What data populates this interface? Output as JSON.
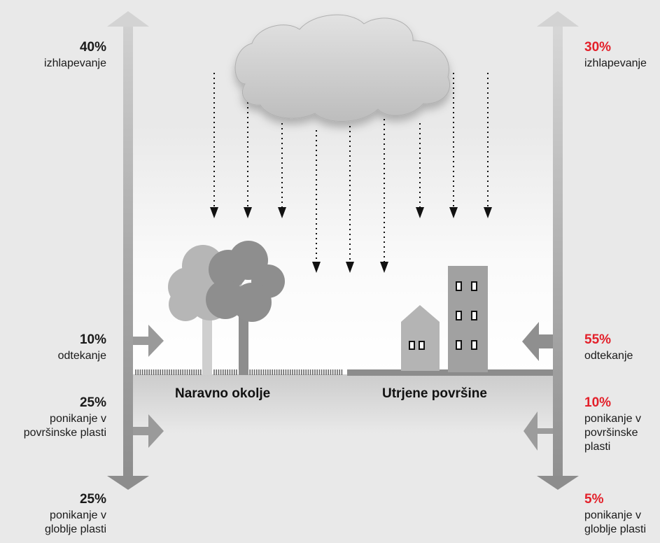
{
  "left": {
    "evaporation": {
      "pct": "40%",
      "text": "izhlapevanje"
    },
    "runoff": {
      "pct": "10%",
      "text": "odtekanje"
    },
    "shallow": {
      "pct": "25%",
      "text_lines": [
        "ponikanje v",
        "površinske plasti"
      ]
    },
    "deep": {
      "pct": "25%",
      "text_lines": [
        "ponikanje v",
        "globlje plasti"
      ]
    }
  },
  "right": {
    "evaporation": {
      "pct": "30%",
      "text": "izhlapevanje"
    },
    "runoff": {
      "pct": "55%",
      "text": "odtekanje"
    },
    "shallow": {
      "pct": "10%",
      "text_lines": [
        "ponikanje v",
        "površinske",
        "plasti"
      ]
    },
    "deep": {
      "pct": "5%",
      "text_lines": [
        "ponikanje v",
        "globlje plasti"
      ]
    }
  },
  "ground": {
    "natural_label": "Naravno okolje",
    "paved_label": "Utrjene površine"
  },
  "colors": {
    "highlight_pct": "#e3202a",
    "arrow_gray": "#999999",
    "ground_gray": "#cfcfcf"
  },
  "icons": [
    "cloud-icon",
    "rain-drop-arrows",
    "tree-icon",
    "house-icon",
    "building-icon",
    "evaporation-arrow",
    "runoff-arrow",
    "infiltration-arrow"
  ]
}
